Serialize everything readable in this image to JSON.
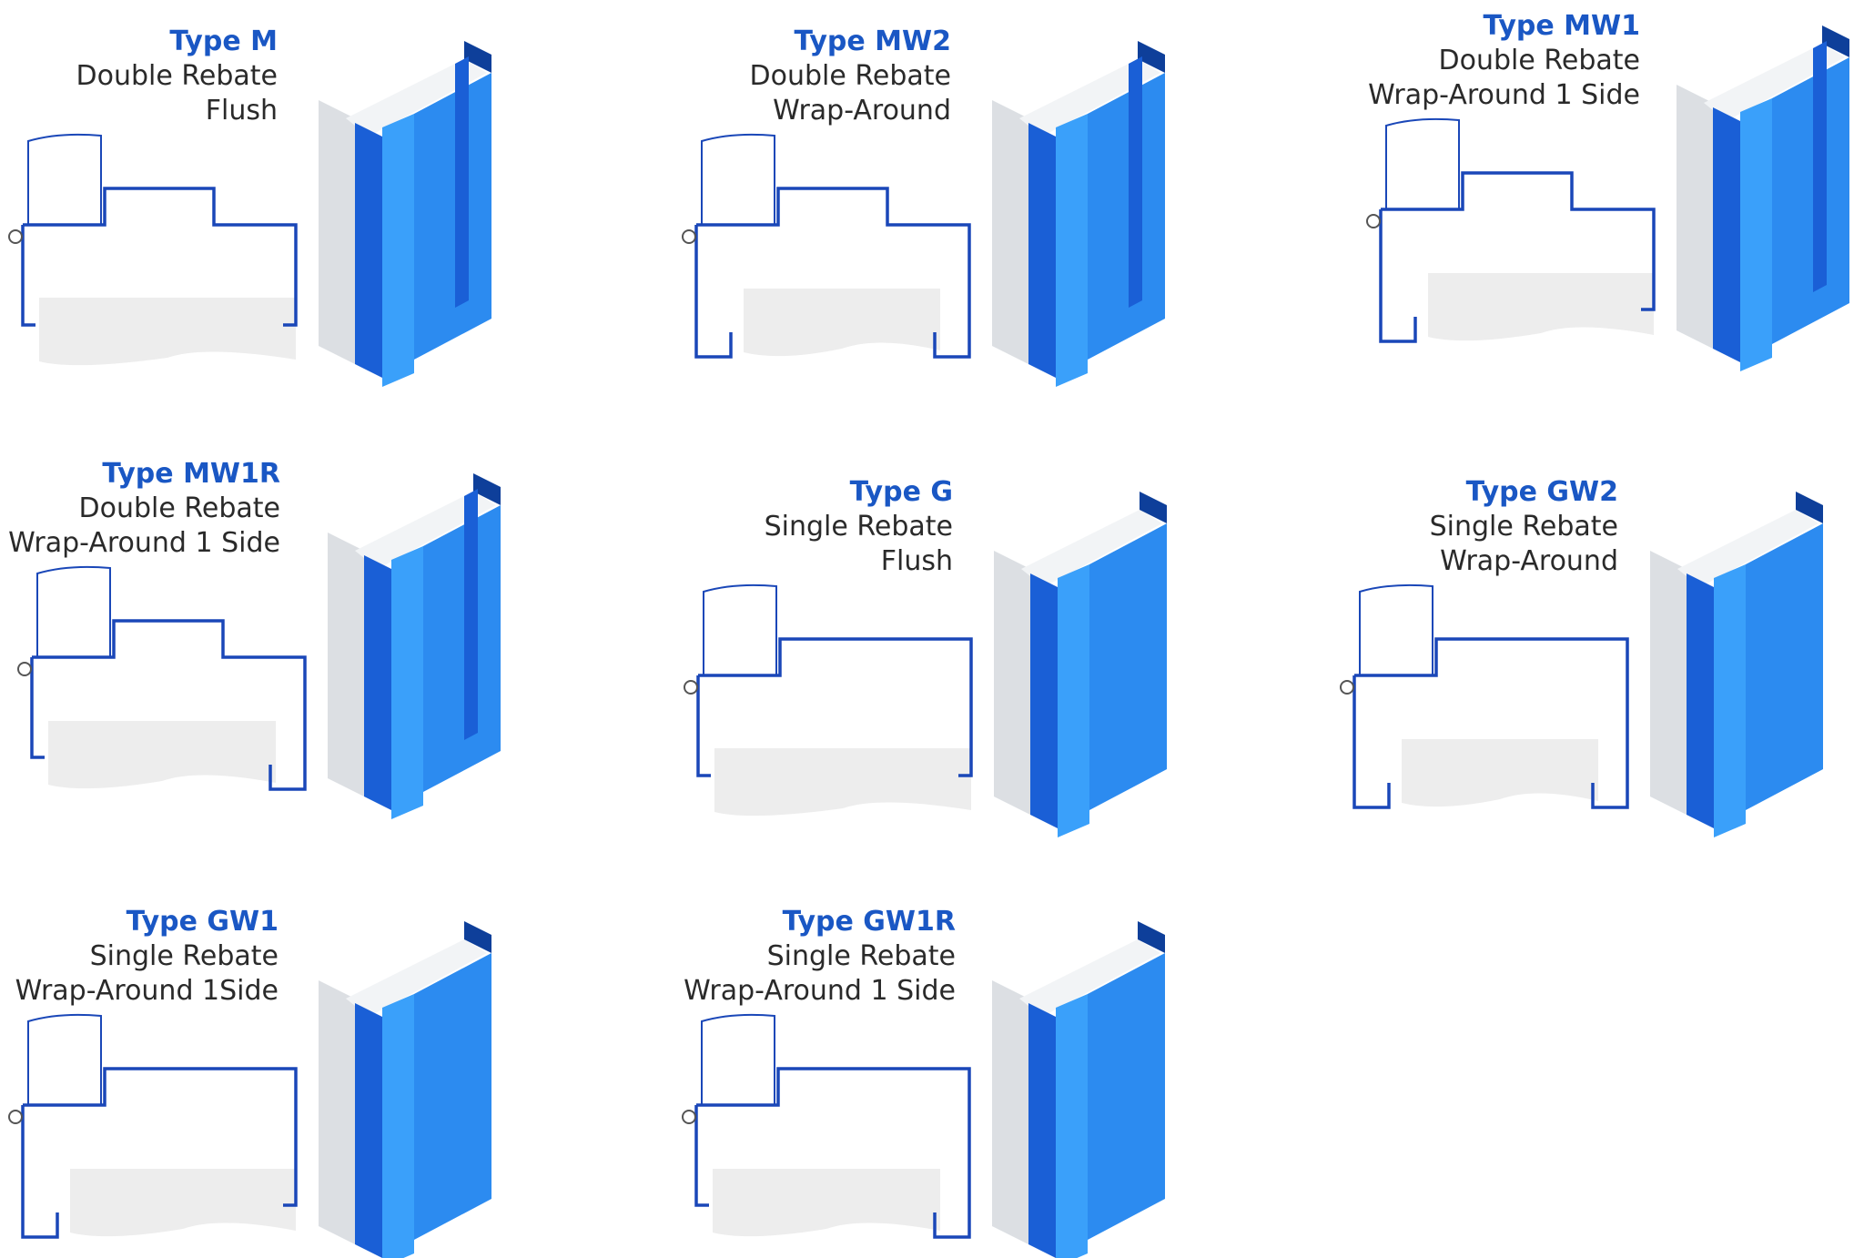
{
  "frames": [
    {
      "title": "Type M",
      "lines": [
        "Double Rebate",
        "Flush"
      ],
      "rebate": "double",
      "wrap": "flush"
    },
    {
      "title": "Type MW2",
      "lines": [
        "Double Rebate",
        "Wrap-Around"
      ],
      "rebate": "double",
      "wrap": "both"
    },
    {
      "title": "Type MW1",
      "lines": [
        "Double Rebate",
        "Wrap-Around 1 Side"
      ],
      "rebate": "double",
      "wrap": "one"
    },
    {
      "title": "Type MW1R",
      "lines": [
        "Double Rebate",
        "Wrap-Around 1 Side"
      ],
      "rebate": "double",
      "wrap": "one-reverse"
    },
    {
      "title": "Type G",
      "lines": [
        "Single Rebate",
        "Flush"
      ],
      "rebate": "single",
      "wrap": "flush"
    },
    {
      "title": "Type GW2",
      "lines": [
        "Single Rebate",
        "Wrap-Around"
      ],
      "rebate": "single",
      "wrap": "both"
    },
    {
      "title": "Type GW1",
      "lines": [
        "Single Rebate",
        "Wrap-Around 1Side"
      ],
      "rebate": "single",
      "wrap": "one"
    },
    {
      "title": "Type GW1R",
      "lines": [
        "Single Rebate",
        "Wrap-Around 1 Side"
      ],
      "rebate": "single",
      "wrap": "one-reverse"
    }
  ],
  "colors": {
    "title": "#1a57c4",
    "profile_stroke": "#1a47b8",
    "frame_blue": "#2c8bf0",
    "frame_dark": "#1a5fd6"
  }
}
